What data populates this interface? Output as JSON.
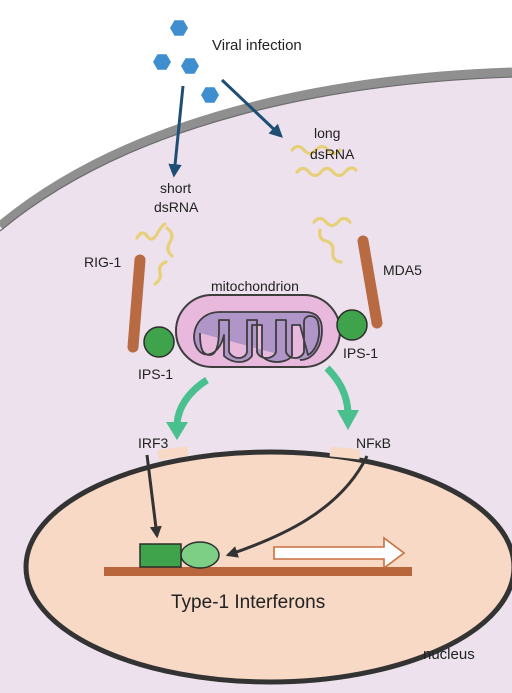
{
  "labels": {
    "viral_infection": "Viral infection",
    "short": "short",
    "short_dsrna": "dsRNA",
    "long": "long",
    "long_dsrna": "dsRNA",
    "rig1": "RIG-1",
    "mda5": "MDA5",
    "mitochondrion": "mitochondrion",
    "ips1_left": "IPS-1",
    "ips1_right": "IPS-1",
    "irf3": "IRF3",
    "nfkb": "NFκB",
    "interferons": "Type-1 Interferons",
    "nucleus": "nucleus"
  },
  "colors": {
    "cytoplasm": "#ece1ec",
    "membrane": "#8f8f8f",
    "virus": "#3f8fd0",
    "arrow_dark": "#1f4e74",
    "rna": "#e8cf7a",
    "receptor": "#b86a43",
    "ips1": "#3ea34a",
    "mito_outer": "#e8b9dd",
    "mito_inner": "#b096c8",
    "signal_arrow": "#49c08d",
    "nucleus_fill": "#f7d9c6",
    "nucleus_border": "#333333",
    "dna": "#b9663d",
    "transcription_arrow": "#c8703e"
  }
}
